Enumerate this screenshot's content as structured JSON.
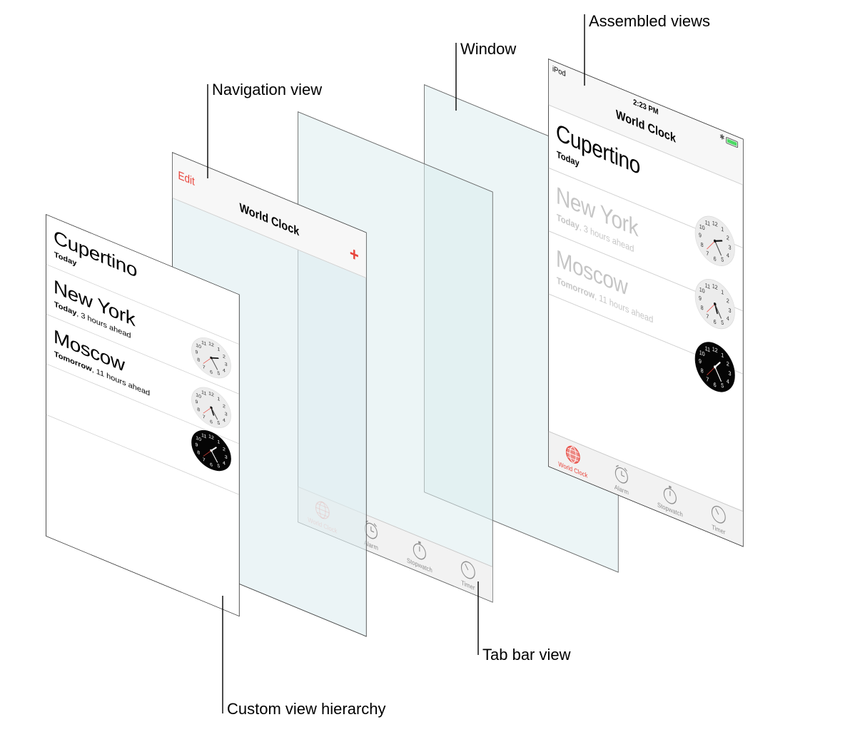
{
  "labels": {
    "assembled": "Assembled views",
    "window": "Window",
    "navigation": "Navigation view",
    "tabbar": "Tab bar view",
    "custom": "Custom view hierarchy"
  },
  "nav": {
    "edit": "Edit",
    "title": "World Clock",
    "add": "+"
  },
  "status": {
    "carrier": "iPod",
    "time": "2:23 PM"
  },
  "rows": [
    {
      "city": "Cupertino",
      "day": "Today",
      "offset": ""
    },
    {
      "city": "New York",
      "day": "Today",
      "offset": ", 3 hours ahead"
    },
    {
      "city": "Moscow",
      "day": "Tomorrow",
      "offset": ", 11 hours ahead"
    }
  ],
  "tabs": [
    {
      "label": "World Clock",
      "icon": "globe-icon"
    },
    {
      "label": "Alarm",
      "icon": "alarm-icon"
    },
    {
      "label": "Stopwatch",
      "icon": "stopwatch-icon"
    },
    {
      "label": "Timer",
      "icon": "timer-icon"
    }
  ],
  "clock_numbers": [
    "12",
    "1",
    "2",
    "3",
    "4",
    "5",
    "6",
    "7",
    "8",
    "9",
    "10",
    "11"
  ],
  "clocks": [
    {
      "hour": 2.3,
      "minute": 23,
      "second": 35,
      "dark": false
    },
    {
      "hour": 5.4,
      "minute": 23,
      "second": 35,
      "dark": false
    },
    {
      "hour": 1.4,
      "minute": 23,
      "second": 35,
      "dark": true
    }
  ],
  "colors": {
    "accent": "#e8453c",
    "glass": "#deeef0",
    "battery": "#4cd964"
  }
}
